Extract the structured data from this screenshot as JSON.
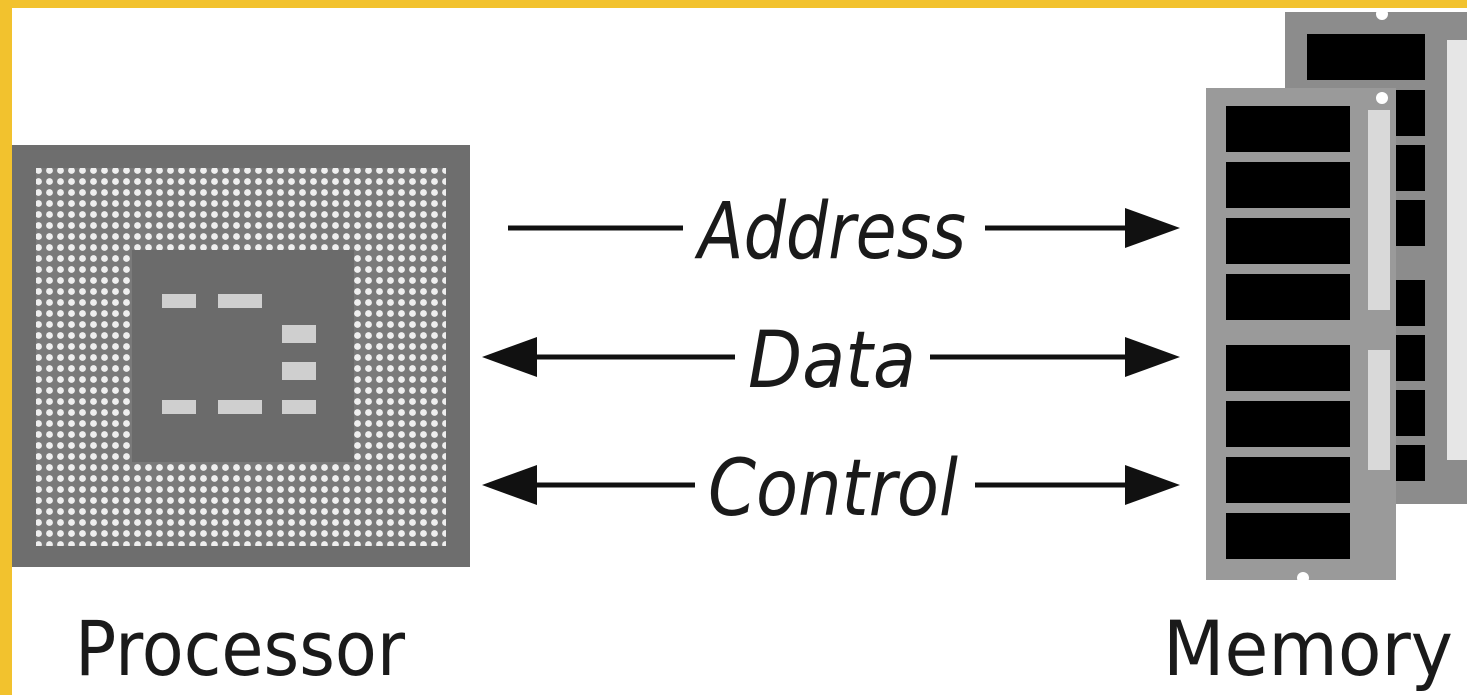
{
  "colors": {
    "frame": "#f2c22e",
    "chip_outer": "#6e6e6e",
    "chip_inner": "#6b6b6b",
    "pin_dot": "#efefef",
    "pad": "#cfcfcf",
    "module_body": "#9a9a9a",
    "memory_chip": "#000000",
    "arrow": "#111111"
  },
  "components": {
    "processor": {
      "label": "Processor",
      "icon": "processor-chip-icon"
    },
    "memory": {
      "label": "Memory",
      "icon": "memory-module-icon"
    }
  },
  "buses": [
    {
      "id": "address",
      "label": "Address",
      "direction": "processor-to-memory"
    },
    {
      "id": "data",
      "label": "Data",
      "direction": "bidirectional"
    },
    {
      "id": "control",
      "label": "Control",
      "direction": "bidirectional"
    }
  ]
}
